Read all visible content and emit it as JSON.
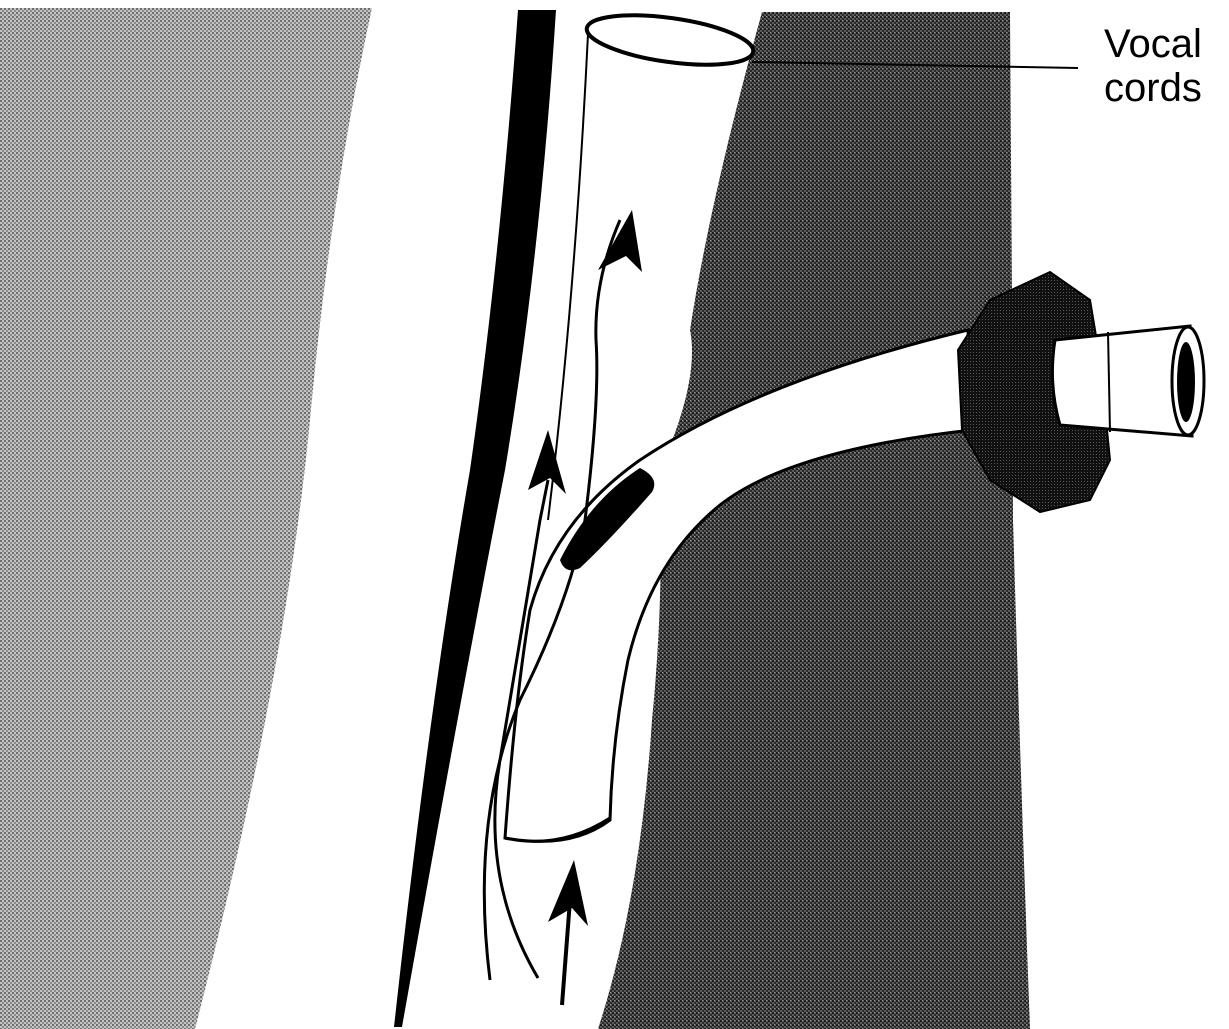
{
  "label": {
    "line1": "Vocal",
    "line2": "cords"
  },
  "colors": {
    "tissue_light": "#9a9a9a",
    "tissue_dark": "#3a3a3a",
    "ink": "#000000",
    "paper": "#ffffff"
  },
  "arrows": [
    {
      "name": "airflow-arrow-upper",
      "direction": "up"
    },
    {
      "name": "airflow-arrow-middle",
      "direction": "up"
    },
    {
      "name": "airflow-arrow-lower",
      "direction": "up"
    }
  ]
}
